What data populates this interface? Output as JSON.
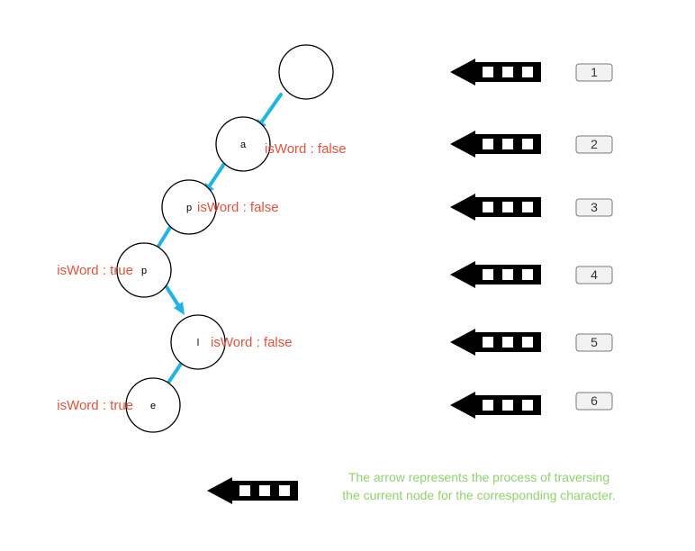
{
  "nodes": [
    {
      "char": "",
      "flag": ""
    },
    {
      "char": "a",
      "flag": "isWord : false"
    },
    {
      "char": "p",
      "flag": "isWord : false"
    },
    {
      "char": "p",
      "flag": "isWord : true"
    },
    {
      "char": "l",
      "flag": "isWord : false"
    },
    {
      "char": "e",
      "flag": "isWord : true"
    }
  ],
  "steps": [
    "1",
    "2",
    "3",
    "4",
    "5",
    "6"
  ],
  "legend": {
    "line1": "The arrow represents the process of traversing",
    "line2": "the current node for the corresponding character."
  },
  "colors": {
    "edge": "#1fb4e6",
    "flag_text": "#e8503a",
    "legend_text": "#8fd46a"
  }
}
